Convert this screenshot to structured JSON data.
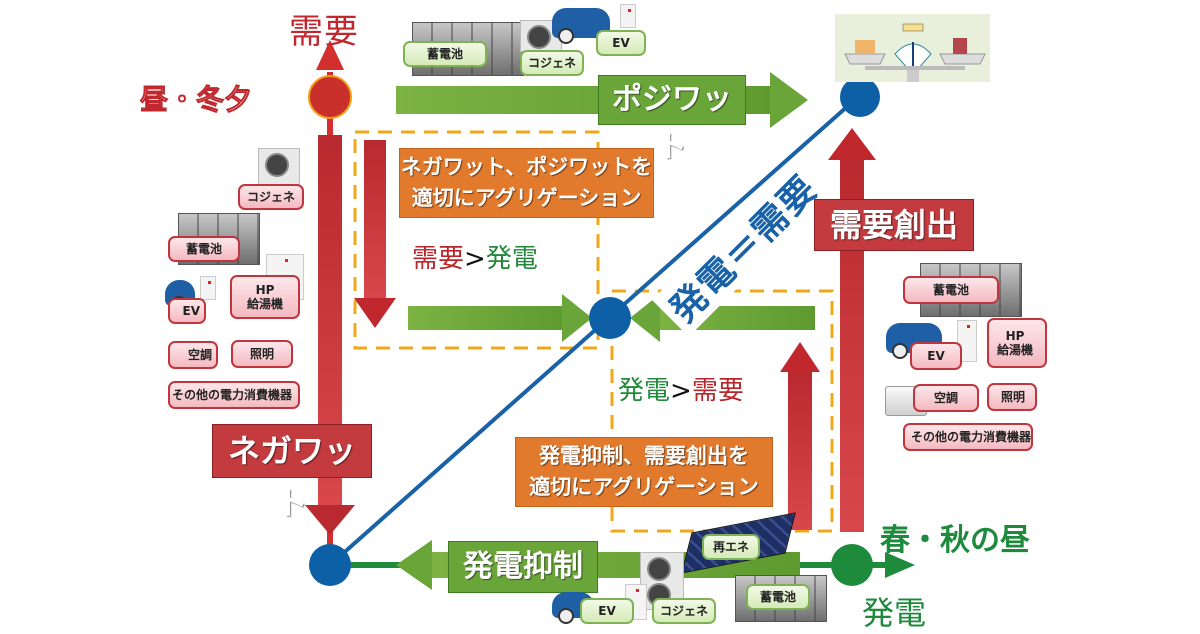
{
  "axes": {
    "vertical_label": "需要",
    "horizontal_label": "発電",
    "top_left_node_label": "昼・冬夕",
    "bottom_right_node_label": "春・秋の昼",
    "diagonal_label": "発電＝需要"
  },
  "arrows": {
    "positive_watt": "ポジワット",
    "negative_watt": "ネガワット",
    "demand_creation": "需要創出",
    "generation_curtailment": "発電抑制"
  },
  "aggregation_boxes": [
    {
      "line1": "ネガワット、ポジワットを",
      "line2": "適切にアグリゲーション"
    },
    {
      "line1": "発電抑制、需要創出を",
      "line2": "適切にアグリゲーション"
    }
  ],
  "comparisons": [
    {
      "left": "需要",
      "op": ">",
      "right": "発電"
    },
    {
      "left": "発電",
      "op": ">",
      "right": "需要"
    }
  ],
  "device_groups": {
    "top": [
      "蓄電池",
      "コジェネ",
      "EV"
    ],
    "left": [
      "コジェネ",
      "蓄電池",
      "HP\n給湯機",
      "EV",
      "空調",
      "照明",
      "その他の電力消費機器"
    ],
    "right": [
      "蓄電池",
      "EV",
      "HP\n給湯機",
      "空調",
      "照明",
      "その他の電力消費機器"
    ],
    "bottom": [
      "再エネ",
      "EV",
      "コジェネ",
      "蓄電池"
    ]
  },
  "colors": {
    "demand_red": "#c0282d",
    "generation_green": "#1e8a3c",
    "arrow_green": "#6aa53a",
    "node_blue": "#0d5fa6",
    "aggregation_orange": "#e27a2d",
    "dashed_orange": "#f0a818"
  }
}
